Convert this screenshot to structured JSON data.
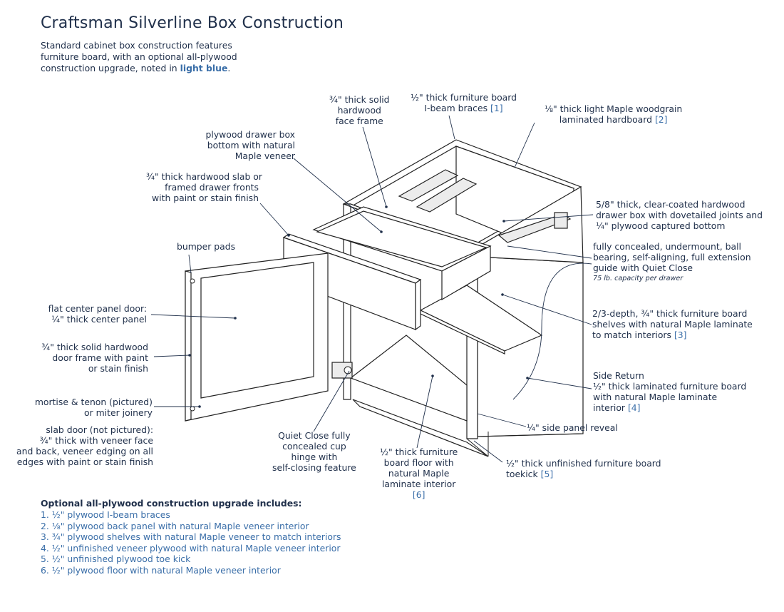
{
  "title": "Craftsman Silverline Box Construction",
  "intro": {
    "text": "Standard cabinet box construction features furniture board, with an optional all-plywood construction upgrade, noted in ",
    "highlight": "light blue",
    "end": "."
  },
  "labels": {
    "face_frame": [
      "¾\" thick solid",
      "hardwood",
      "face frame"
    ],
    "ibeam": [
      "½\" thick furniture board",
      "I-beam braces"
    ],
    "ibeam_ref": "[1]",
    "hardboard": [
      "⅛\" thick light Maple woodgrain",
      "laminated hardboard"
    ],
    "hardboard_ref": "[2]",
    "drawer_bottom": [
      "plywood drawer box",
      "bottom with natural",
      "Maple veneer"
    ],
    "drawer_fronts": [
      "¾\" thick hardwood slab or",
      "framed drawer fronts",
      "with paint or stain finish"
    ],
    "drawer_box": [
      "5/8\" thick, clear-coated hardwood",
      "drawer box with dovetailed joints and",
      "¼\" plywood captured bottom"
    ],
    "guides": [
      "fully concealed, undermount, ball",
      "bearing, self-aligning, full extension",
      "guide with Quiet Close"
    ],
    "guides_capacity": "75 lb. capacity per drawer",
    "bumper": "bumper pads",
    "center_panel": [
      "flat center panel door:",
      "¼\" thick center panel"
    ],
    "door_frame": [
      "¾\" thick solid hardwood",
      "door frame with paint",
      "or stain finish"
    ],
    "mortise": [
      "mortise & tenon (pictured)",
      "or miter joinery"
    ],
    "slab_door": [
      "slab door (not pictured):",
      "¾\" thick with veneer face",
      "and back, veneer edging on all",
      "edges with paint or stain finish"
    ],
    "shelves": [
      "2/3-depth, ¾\" thick furniture board",
      "shelves with natural Maple laminate",
      "to match interiors"
    ],
    "shelves_ref": "[3]",
    "side_return": [
      "Side Return",
      "½\" thick laminated furniture board",
      "with natural Maple laminate",
      "interior"
    ],
    "side_return_ref": "[4]",
    "hinge": [
      "Quiet Close fully",
      "concealed cup",
      "hinge with",
      "self-closing feature"
    ],
    "floor": [
      "½\" thick furniture",
      "board floor with",
      "natural Maple",
      "laminate interior"
    ],
    "floor_ref": "[6]",
    "reveal": "¼\" side panel reveal",
    "toekick": [
      "½\" thick unfinished furniture board",
      "toekick"
    ],
    "toekick_ref": "[5]"
  },
  "upgrade": {
    "heading": "Optional all-plywood construction upgrade includes:",
    "items": [
      "1. ½\" plywood I-beam braces",
      "2. ⅛\" plywood back panel with natural Maple veneer interior",
      "3. ¾\" plywood shelves with natural Maple veneer to match interiors",
      "4. ½\" unfinished veneer plywood with natural Maple veneer interior",
      "5. ½\" unfinished plywood toe kick",
      "6. ½\" plywood floor with natural Maple veneer interior"
    ]
  },
  "colors": {
    "text": "#1f2f4a",
    "accent": "#3a6ea8"
  }
}
